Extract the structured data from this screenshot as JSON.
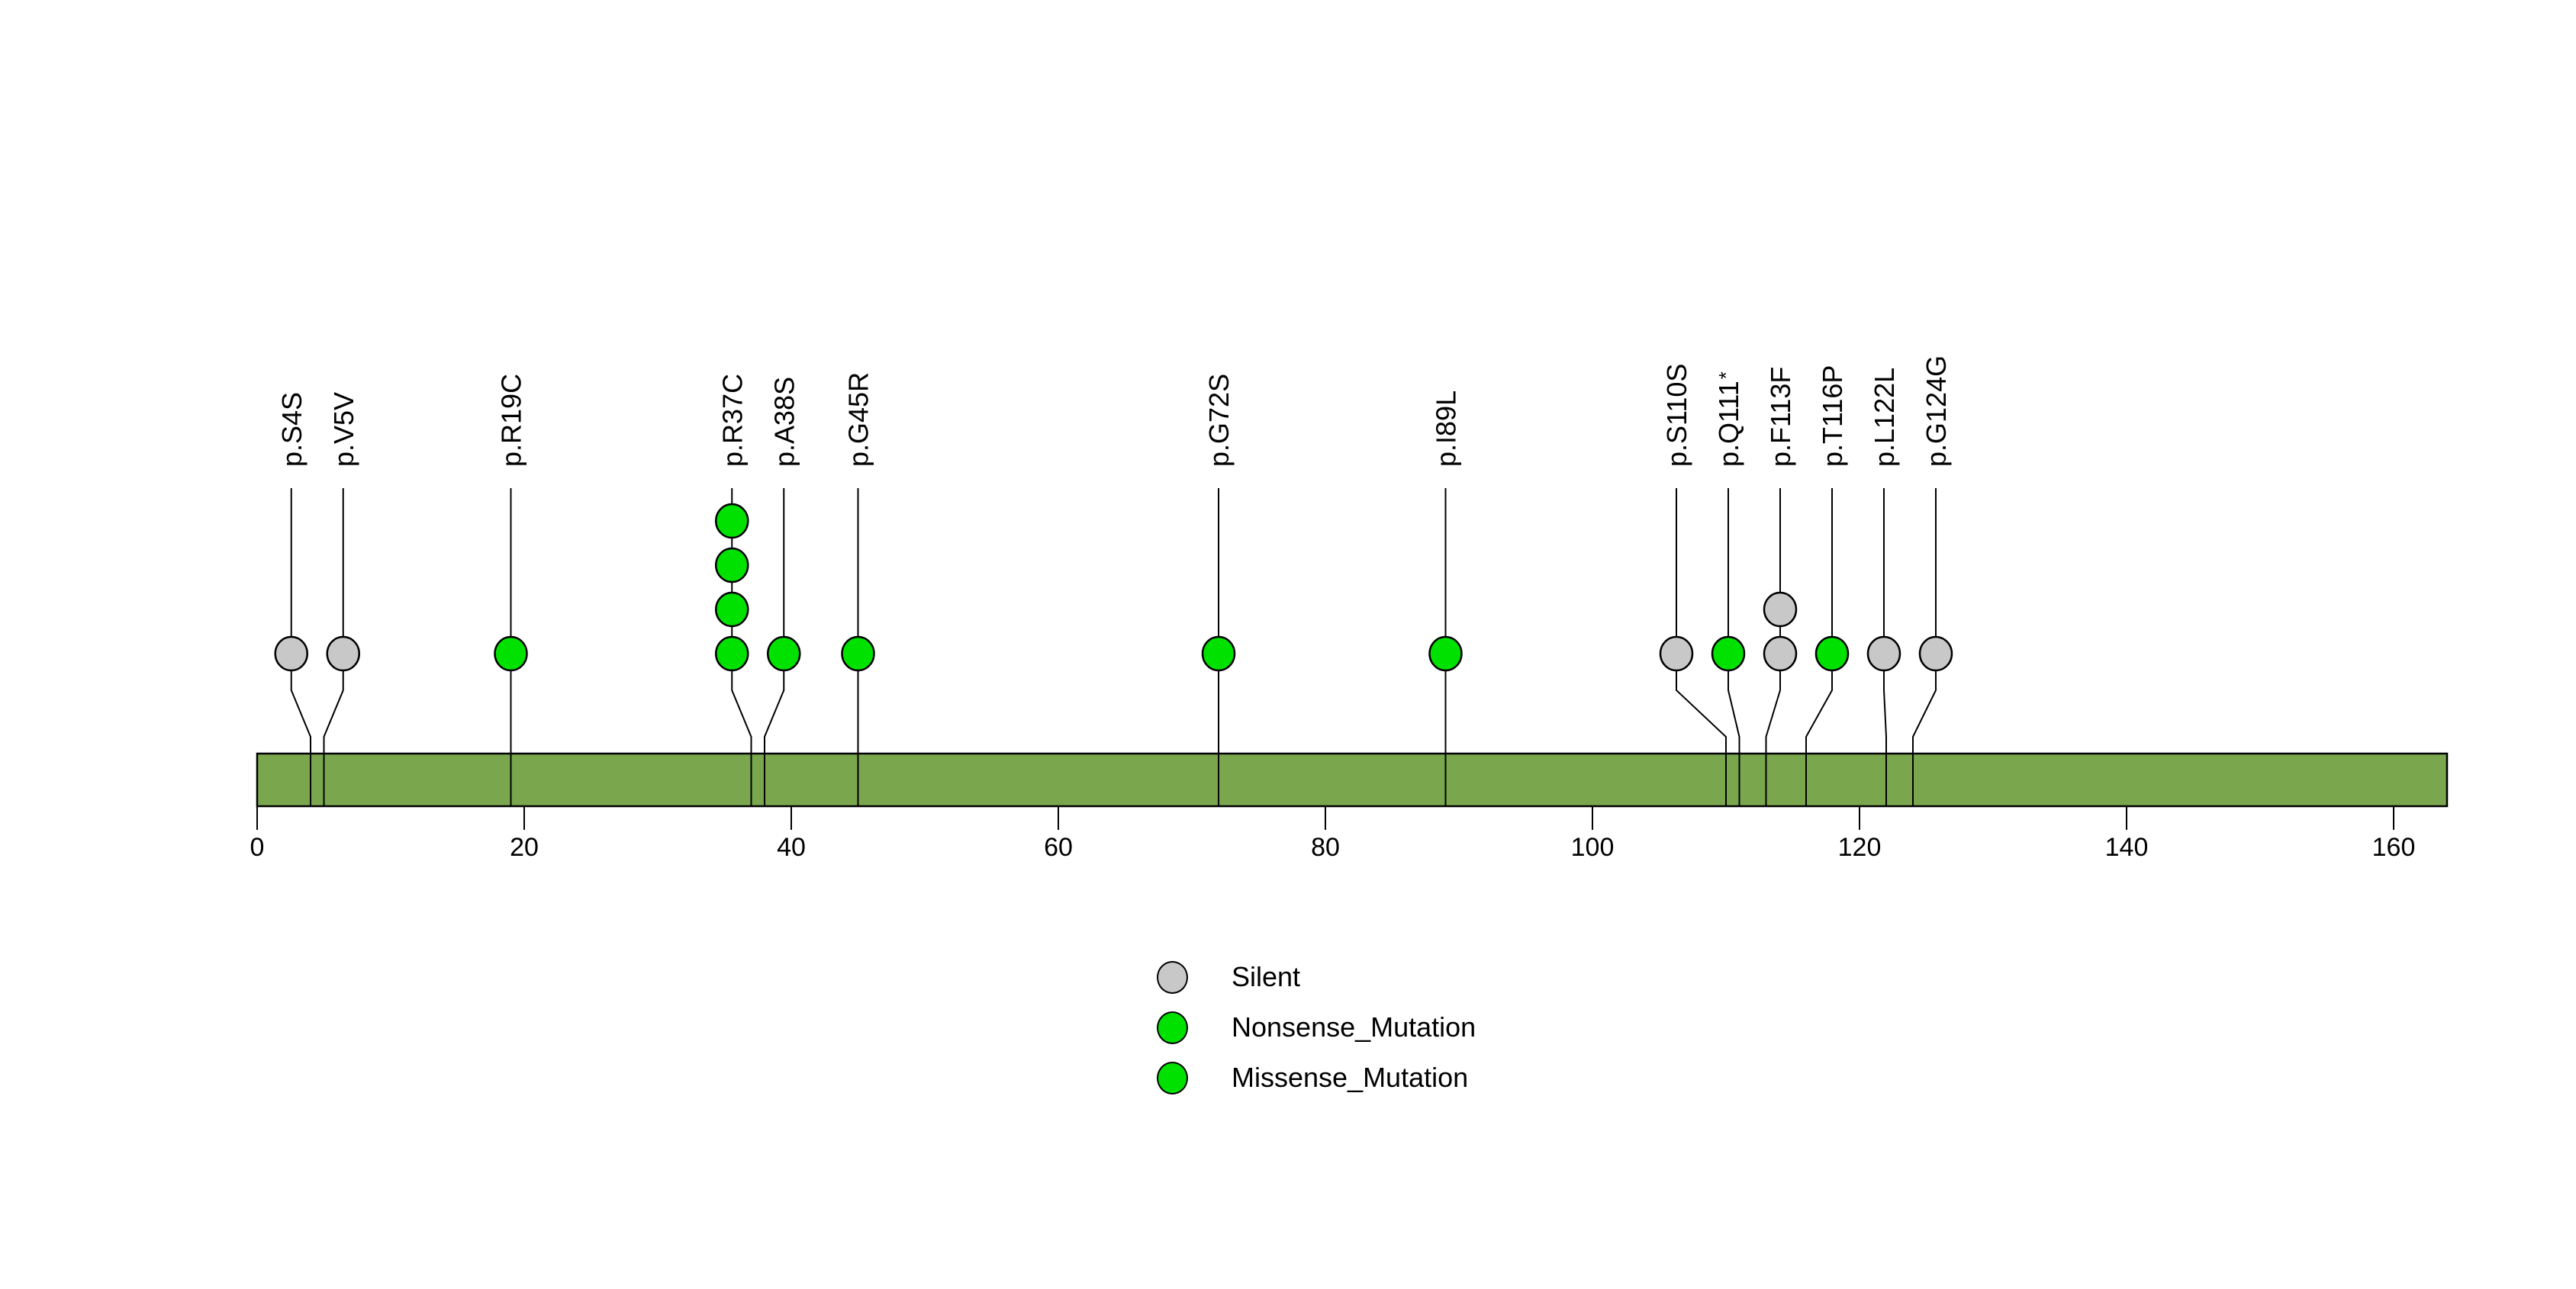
{
  "chart_data": {
    "type": "lollipop",
    "title": "",
    "protein_length": 164,
    "xlim": [
      0,
      164
    ],
    "x_ticks": [
      0,
      20,
      40,
      60,
      80,
      100,
      120,
      140,
      160
    ],
    "domain_bar_color": "#7AA74E",
    "background_color": "#FFFFFF",
    "stem_color": "#000000",
    "type_colors": {
      "Silent": "#C8C8C8",
      "Nonsense_Mutation": "#00E100",
      "Missense_Mutation": "#00E100"
    },
    "mutations": [
      {
        "label": "p.S4S",
        "position": 4,
        "count": 1,
        "type": "Silent"
      },
      {
        "label": "p.V5V",
        "position": 5,
        "count": 1,
        "type": "Silent"
      },
      {
        "label": "p.R19C",
        "position": 19,
        "count": 1,
        "type": "Missense_Mutation"
      },
      {
        "label": "p.R37C",
        "position": 37,
        "count": 4,
        "type": "Missense_Mutation"
      },
      {
        "label": "p.A38S",
        "position": 38,
        "count": 1,
        "type": "Missense_Mutation"
      },
      {
        "label": "p.G45R",
        "position": 45,
        "count": 1,
        "type": "Missense_Mutation"
      },
      {
        "label": "p.G72S",
        "position": 72,
        "count": 1,
        "type": "Missense_Mutation"
      },
      {
        "label": "p.I89L",
        "position": 89,
        "count": 1,
        "type": "Missense_Mutation"
      },
      {
        "label": "p.S110S",
        "position": 110,
        "count": 1,
        "type": "Silent"
      },
      {
        "label": "p.Q111*",
        "position": 111,
        "count": 1,
        "type": "Nonsense_Mutation"
      },
      {
        "label": "p.F113F",
        "position": 113,
        "count": 2,
        "type": "Silent"
      },
      {
        "label": "p.T116P",
        "position": 116,
        "count": 1,
        "type": "Missense_Mutation"
      },
      {
        "label": "p.L122L",
        "position": 122,
        "count": 1,
        "type": "Silent"
      },
      {
        "label": "p.G124G",
        "position": 124,
        "count": 1,
        "type": "Silent"
      }
    ],
    "legend": {
      "items": [
        {
          "label": "Silent",
          "color": "#C8C8C8"
        },
        {
          "label": "Nonsense_Mutation",
          "color": "#00E100"
        },
        {
          "label": "Missense_Mutation",
          "color": "#00E100"
        }
      ]
    }
  }
}
